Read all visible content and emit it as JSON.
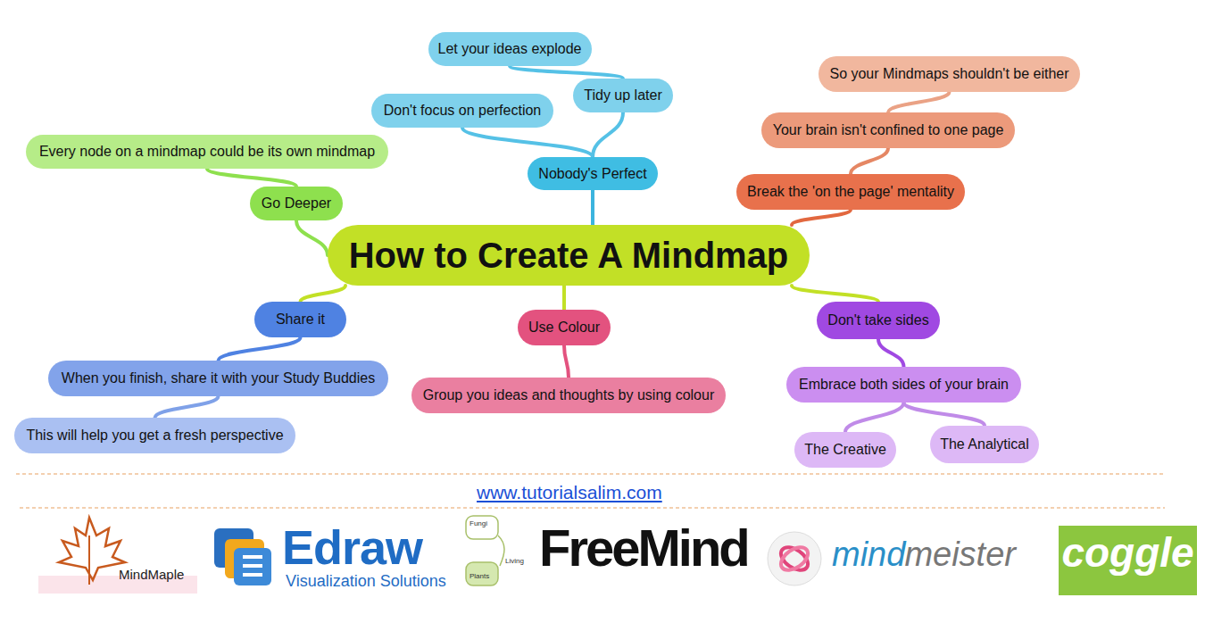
{
  "diagram": {
    "nodes": [
      {
        "text": [
          "How to Create A Mindmap"
        ]
      },
      {
        "text": [
          "Nobody's Perfect"
        ]
      },
      {
        "text": [
          "Tidy up later"
        ]
      },
      {
        "text": [
          "Let your ideas explode"
        ]
      },
      {
        "text": [
          "Don't focus on perfection"
        ]
      },
      {
        "text": [
          "Break the 'on the page' mentality"
        ]
      },
      {
        "text": [
          "Your brain isn't confined to one page"
        ]
      },
      {
        "text": [
          "So your Mindmaps shouldn't be either"
        ]
      },
      {
        "text": [
          "Go Deeper"
        ]
      },
      {
        "text": [
          "Every node on a mindmap could be its own mindmap"
        ]
      },
      {
        "text": [
          "Share it"
        ]
      },
      {
        "text": [
          "When you finish, share it with your Study Buddies"
        ]
      },
      {
        "text": [
          "This will help you get a fresh perspective"
        ]
      },
      {
        "text": [
          "Use Colour"
        ]
      },
      {
        "text": [
          "Group you ideas and thoughts by using colour"
        ]
      },
      {
        "text": [
          "Don't take sides"
        ]
      },
      {
        "text": [
          "Embrace both sides of your brain"
        ]
      },
      {
        "text": [
          "The Creative"
        ]
      },
      {
        "text": [
          "The Analytical"
        ]
      }
    ],
    "edges": [
      {
        "from": 0,
        "to": 1,
        "arrow": "none"
      },
      {
        "from": 1,
        "to": 2,
        "arrow": "none"
      },
      {
        "from": 2,
        "to": 3,
        "arrow": "none"
      },
      {
        "from": 1,
        "to": 4,
        "arrow": "none"
      },
      {
        "from": 0,
        "to": 5,
        "arrow": "none"
      },
      {
        "from": 5,
        "to": 6,
        "arrow": "none"
      },
      {
        "from": 6,
        "to": 7,
        "arrow": "none"
      },
      {
        "from": 0,
        "to": 8,
        "arrow": "none"
      },
      {
        "from": 8,
        "to": 9,
        "arrow": "none"
      },
      {
        "from": 0,
        "to": 10,
        "arrow": "none"
      },
      {
        "from": 10,
        "to": 11,
        "arrow": "none"
      },
      {
        "from": 11,
        "to": 12,
        "arrow": "none"
      },
      {
        "from": 0,
        "to": 13,
        "arrow": "none"
      },
      {
        "from": 13,
        "to": 14,
        "arrow": "none"
      },
      {
        "from": 0,
        "to": 15,
        "arrow": "none"
      },
      {
        "from": 15,
        "to": 16,
        "arrow": "none"
      },
      {
        "from": 16,
        "to": 17,
        "arrow": "none"
      },
      {
        "from": 16,
        "to": 18,
        "arrow": "none"
      }
    ],
    "labels": [
      "www.tutorialsalim.com",
      "MindMaple",
      "Edraw",
      "Visualization Solutions",
      "Fungi",
      "Living",
      "Plants",
      "FreeMind",
      "mind",
      "meister",
      "coggle"
    ]
  }
}
